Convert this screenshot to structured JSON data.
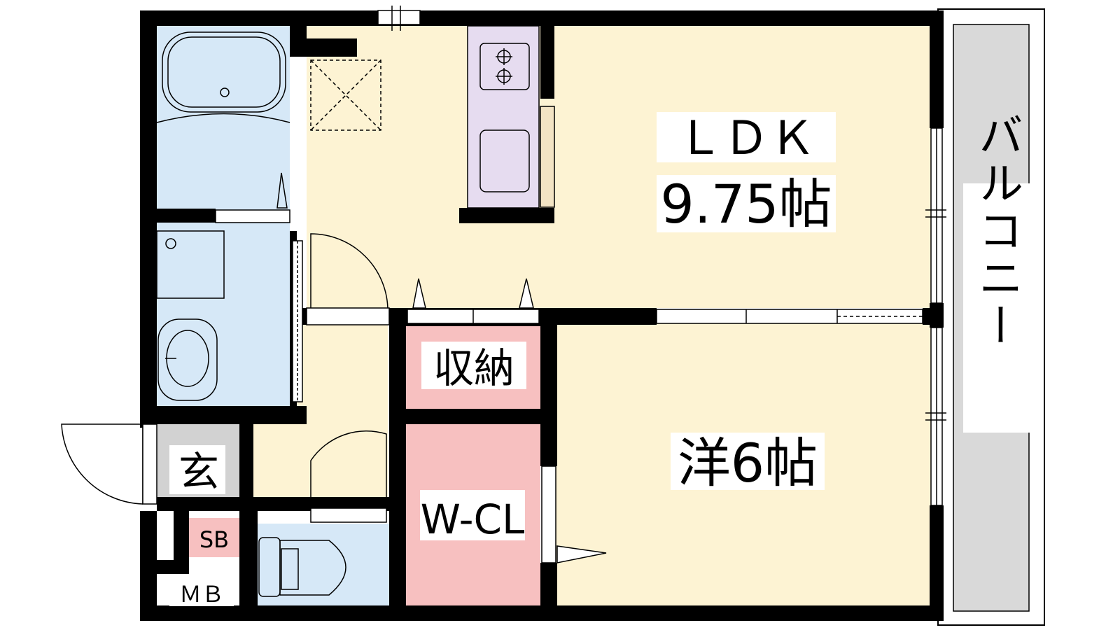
{
  "rooms": {
    "ldk_name": "ＬＤＫ",
    "ldk_size": "9.75帖",
    "western_room": "洋6帖",
    "storage": "収納",
    "walk_in_closet": "W-CL",
    "entrance": "玄",
    "shoe_box": "SB",
    "meter_box": "ＭＢ",
    "balcony": "バルコニー"
  },
  "colors": {
    "living_floor": "#fdf3d3",
    "wet_area": "#d6e8f7",
    "kitchen": "#e6dcf0",
    "closet": "#f7c0c0",
    "entrance": "#d2d2d2",
    "balcony": "#d9d9d9",
    "wall": "#000000"
  }
}
